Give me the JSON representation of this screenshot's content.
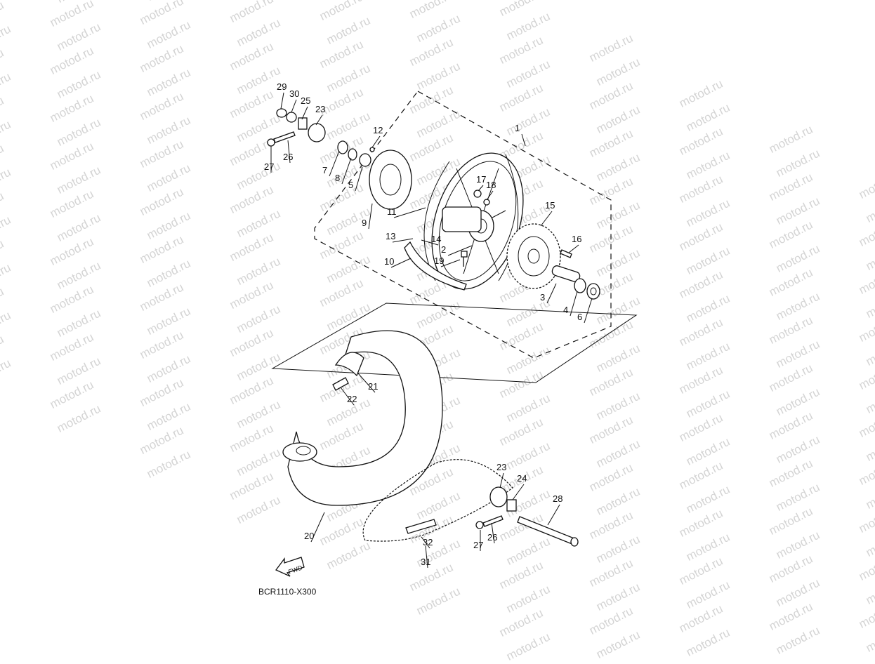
{
  "watermark": "motod.ru",
  "diagram_code": "BCR1110-X300",
  "fwd_label": "FWD",
  "callouts": [
    "1",
    "2",
    "3",
    "4",
    "5",
    "6",
    "7",
    "8",
    "9",
    "10",
    "11",
    "12",
    "13",
    "14",
    "15",
    "16",
    "17",
    "18",
    "19",
    "20",
    "21",
    "22",
    "23",
    "23",
    "24",
    "25",
    "26",
    "26",
    "27",
    "27",
    "28",
    "29",
    "30",
    "31",
    "32"
  ]
}
